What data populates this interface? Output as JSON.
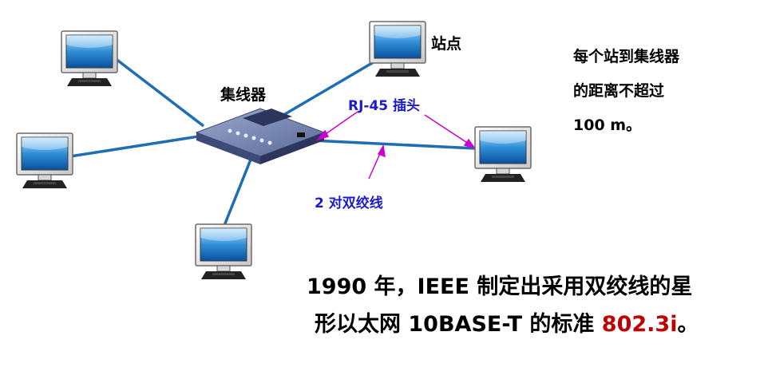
{
  "labels": {
    "hub": "集线器",
    "station": "站点",
    "rj45": "RJ-45 插头",
    "cable": "2 对双绞线"
  },
  "note": {
    "line1": "每个站到集线器",
    "line2": "的距离不超过",
    "line3": "100 m。"
  },
  "statement": {
    "line1": "1990 年，IEEE 制定出采用双绞线的星",
    "line2_prefix": "形以太网 10BASE-T 的标准 ",
    "line2_highlight": "802.3i",
    "line2_suffix": "。"
  },
  "colors": {
    "cable": "#1f6db3",
    "arrow": "#cc00cc",
    "label_blue": "#1a1acc",
    "highlight": "#c00000",
    "hub_body": "#5a6a96"
  }
}
